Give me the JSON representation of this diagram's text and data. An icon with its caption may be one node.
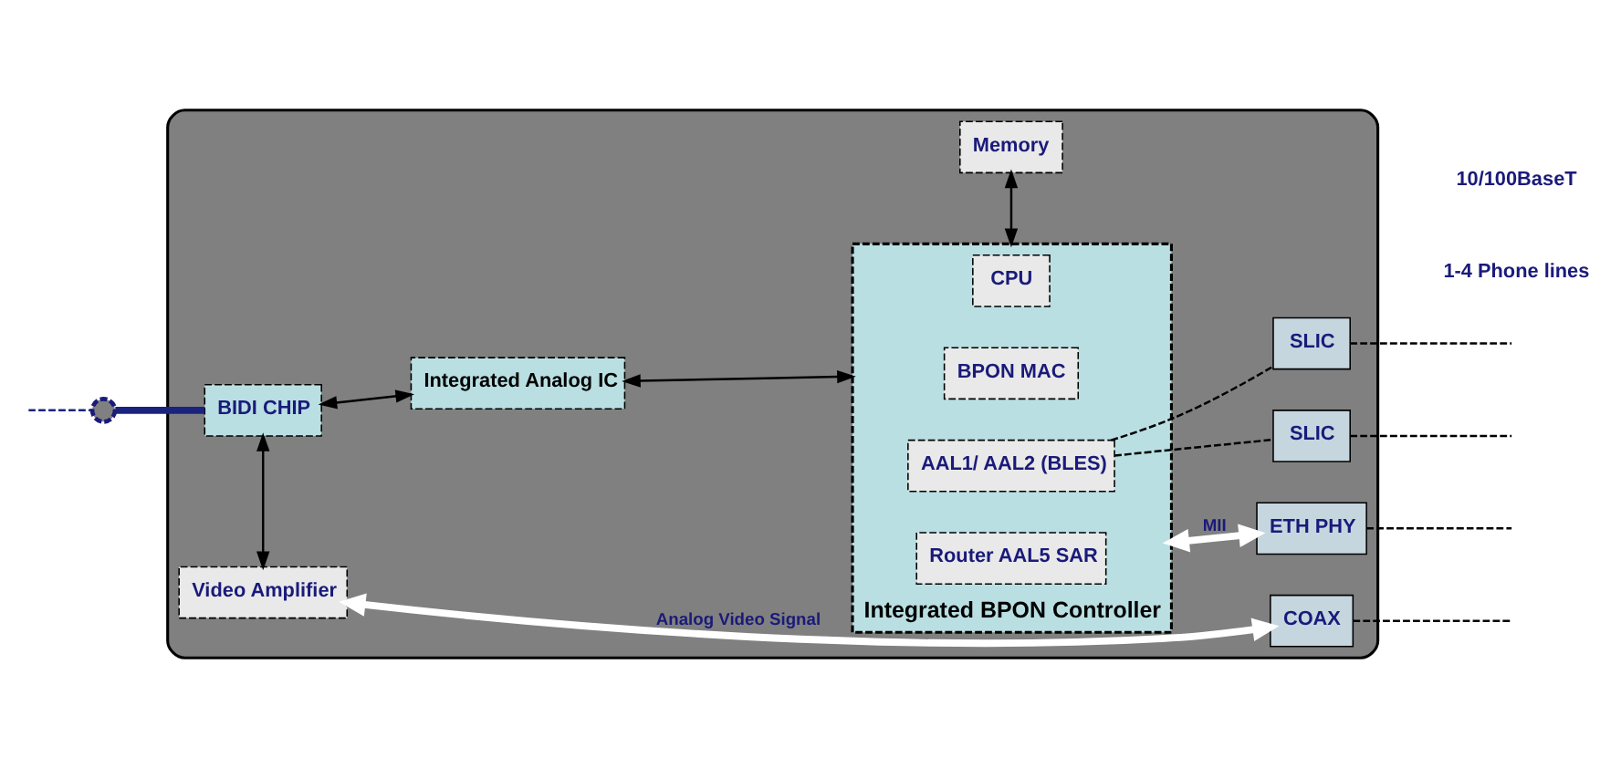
{
  "diagram": {
    "nodes": [
      {
        "text": [],
        "shape": "box"
      },
      {
        "text": [
          "Memory"
        ],
        "in": 0
      },
      {
        "text": [
          "Integrated BPON Controller"
        ],
        "in": 0
      },
      {
        "text": [
          "CPU"
        ],
        "in": 2
      },
      {
        "text": [
          "BPON MAC"
        ],
        "in": 2
      },
      {
        "text": [
          "AAL1/ AAL2 (BLES)"
        ],
        "in": 2
      },
      {
        "text": [
          "Router AAL5 SAR"
        ],
        "in": 2
      },
      {
        "text": [
          "BIDI CHIP"
        ],
        "in": 0
      },
      {
        "text": [
          "Integrated Analog IC"
        ],
        "in": 0
      },
      {
        "text": [
          "Video Amplifier"
        ],
        "in": 0
      },
      {
        "text": [
          "SLIC"
        ],
        "in": 0
      },
      {
        "text": [
          "SLIC"
        ],
        "in": 0
      },
      {
        "text": [
          "ETH PHY"
        ],
        "in": 0
      },
      {
        "text": [
          "COAX"
        ],
        "in": 0
      },
      {
        "text": [],
        "shape": "circle"
      }
    ],
    "edges": [
      {
        "from": null,
        "to": 14,
        "arrow": "none",
        "style": "dashed",
        "color": "#1a237e"
      },
      {
        "from": 14,
        "to": 7,
        "arrow": "none",
        "style": "thick",
        "color": "#1a237e"
      },
      {
        "from": 7,
        "to": 8,
        "arrow": "both"
      },
      {
        "from": 8,
        "to": 2,
        "arrow": "both"
      },
      {
        "from": 1,
        "to": 2,
        "arrow": "both"
      },
      {
        "from": 7,
        "to": 9,
        "arrow": "both"
      },
      {
        "from": 5,
        "to": 10,
        "arrow": "none",
        "style": "dashed"
      },
      {
        "from": 5,
        "to": 11,
        "arrow": "none",
        "style": "dashed"
      },
      {
        "from": 2,
        "to": 12,
        "arrow": "both",
        "label": "MII",
        "style": "thick",
        "color": "#ffffff"
      },
      {
        "from": 9,
        "to": 13,
        "arrow": "both",
        "label": "Analog Video Signal",
        "style": "thick",
        "color": "#ffffff"
      },
      {
        "from": 10,
        "to": null,
        "arrow": "none",
        "style": "dashed"
      },
      {
        "from": 11,
        "to": null,
        "arrow": "none",
        "style": "dashed"
      },
      {
        "from": 12,
        "to": null,
        "arrow": "none",
        "style": "dashed"
      },
      {
        "from": 13,
        "to": null,
        "arrow": "none",
        "style": "dashed"
      }
    ],
    "labels": [
      "1-4 Phone lines",
      "10/100BaseT"
    ]
  }
}
